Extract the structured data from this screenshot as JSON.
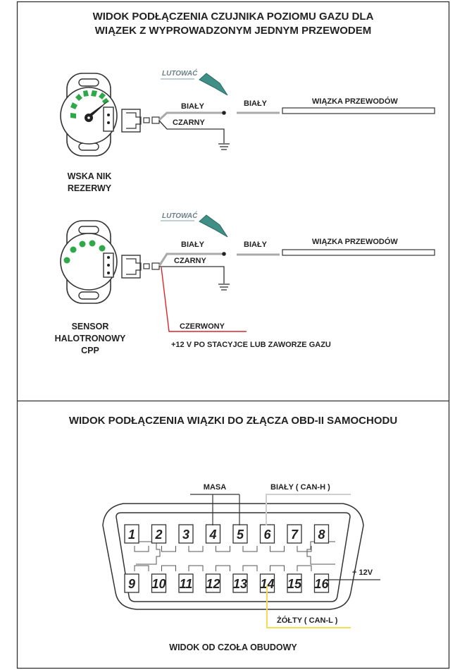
{
  "section1": {
    "title_line1": "WIDOK PODŁĄCZENIA CZUJNIKA POZIOMU GAZU DLA",
    "title_line2": "WIĄZEK Z WYPROWADZONYM JEDNYM PRZEWODEM",
    "gauge": {
      "solder_label": "LUTOWAĆ",
      "wire_white_left": "BIAŁY",
      "wire_black": "CZARNY",
      "wire_white_right": "BIAŁY",
      "harness_label": "WIĄZKA PRZEWODÓW",
      "caption_line1": "WSKA NIK",
      "caption_line2": "REZERWY"
    },
    "hall_sensor": {
      "solder_label": "LUTOWAĆ",
      "wire_white_left": "BIAŁY",
      "wire_black": "CZARNY",
      "wire_white_right": "BIAŁY",
      "harness_label": "WIĄZKA PRZEWODÓW",
      "wire_red": "CZERWONY",
      "power_note": "+12 V PO STACYJCE LUB ZAWORZE GAZU",
      "caption_line1": "SENSOR",
      "caption_line2": "HALOTRONOWY",
      "caption_line3": "CPP"
    }
  },
  "section2": {
    "title": "WIDOK PODŁĄCZENIA WIĄZKI DO ZŁĄCZA OBD-II SAMOCHODU",
    "mass_label": "MASA",
    "can_h_label": "BIAŁY ( CAN-H )",
    "can_l_label": "ŻÓŁTY ( CAN-L )",
    "plus12_label": "+ 12V",
    "pins_top": [
      "1",
      "2",
      "3",
      "4",
      "5",
      "6",
      "7",
      "8"
    ],
    "pins_bottom": [
      "9",
      "10",
      "11",
      "12",
      "13",
      "14",
      "15",
      "16"
    ],
    "footer": "WIDOK OD CZOŁA OBUDOWY"
  },
  "colors": {
    "green": "#2fa84a",
    "wire_gray": "#a9a9a9",
    "red_wire": "#d9252a",
    "yellow_wire": "#f2dd55",
    "solder_teal": "#3f8f86"
  }
}
